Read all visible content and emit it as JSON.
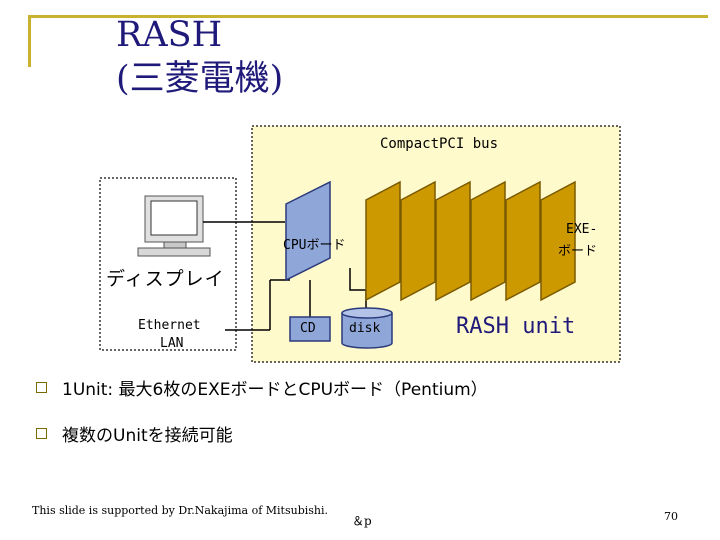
{
  "title": {
    "line1": "RASH",
    "line2": "(三菱電機)"
  },
  "diagram": {
    "bus_label": "CompactPCI bus",
    "cpu_board_label": "CPUボード",
    "exe_board_label_line1": "EXE-",
    "exe_board_label_line2": "ボード",
    "display_label": "ディスプレイ",
    "ethernet_label_line1": "Ethernet",
    "ethernet_label_line2": "LAN",
    "cd_label": "CD",
    "disk_label": "disk",
    "rash_unit_label": "RASH unit",
    "colors": {
      "unit_bg": "#fffacc",
      "board_fill": "#cc9900",
      "board_stroke": "#7a5a00",
      "cpu_fill": "#8fa6d8",
      "disk_fill": "#8fa6d8"
    }
  },
  "bullets": [
    "1Unit: 最大6枚のEXEボードとCPUボード（Pentium）",
    "複数のUnitを接続可能"
  ],
  "footer": {
    "credit": "This slide is supported by Dr.Nakajima of Mitsubishi.",
    "center": "＆p",
    "page_number": "70"
  }
}
